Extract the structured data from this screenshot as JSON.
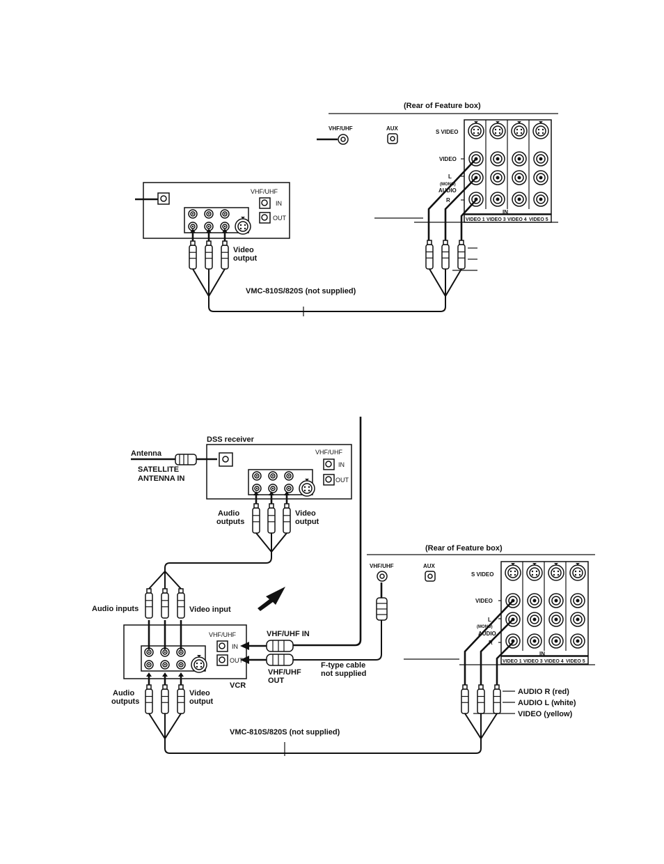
{
  "diagram_top": {
    "rear_label": "(Rear of Feature box)",
    "vhf_uhf": "VHF/UHF",
    "aux": "AUX",
    "s_video": "S VIDEO",
    "video": "VIDEO",
    "l_mono": "L",
    "mono": "(MONO)",
    "audio": "AUDIO",
    "r": "R",
    "in": "IN",
    "video_inputs": [
      "VIDEO 1",
      "VIDEO 3",
      "VIDEO 4",
      "VIDEO 5"
    ],
    "device_vhf_uhf": "VHF/UHF",
    "device_in": "IN",
    "device_out": "OUT",
    "video_output": [
      "Video",
      "output"
    ],
    "cable_label": "VMC-810S/820S  (not supplied)"
  },
  "diagram_bottom": {
    "dss_receiver": "DSS receiver",
    "antenna": "Antenna",
    "satellite_antenna_in": [
      "SATELLITE",
      "ANTENNA IN"
    ],
    "dss_vhf_uhf": "VHF/UHF",
    "dss_in": "IN",
    "dss_out": "OUT",
    "audio_outputs": [
      "Audio",
      "outputs"
    ],
    "video_output": [
      "Video",
      "output"
    ],
    "audio_inputs": "Audio inputs",
    "video_input": "Video input",
    "vcr_vhf_uhf": "VHF/UHF",
    "vcr_in": "IN",
    "vcr_out": "OUT",
    "vhf_uhf_in": "VHF/UHF IN",
    "vhf_uhf_out": [
      "VHF/UHF",
      "OUT"
    ],
    "f_type_cable": [
      "F-type cable",
      "not supplied"
    ],
    "vcr": "VCR",
    "vcr_audio_outputs": [
      "Audio",
      "outputs"
    ],
    "vcr_video_output": [
      "Video",
      "output"
    ],
    "rear_label": "(Rear of Feature box)",
    "vhf_uhf": "VHF/UHF",
    "aux": "AUX",
    "s_video": "S VIDEO",
    "video": "VIDEO",
    "l_mono": "L",
    "mono": "(MONO)",
    "audio": "AUDIO",
    "r": "R",
    "in": "IN",
    "video_inputs": [
      "VIDEO 1",
      "VIDEO 3",
      "VIDEO 4",
      "VIDEO 5"
    ],
    "audio_r": "AUDIO R (red)",
    "audio_l": "AUDIO L (white)",
    "video_yellow": "VIDEO (yellow)",
    "cable_label": "VMC-810S/820S  (not supplied)"
  }
}
